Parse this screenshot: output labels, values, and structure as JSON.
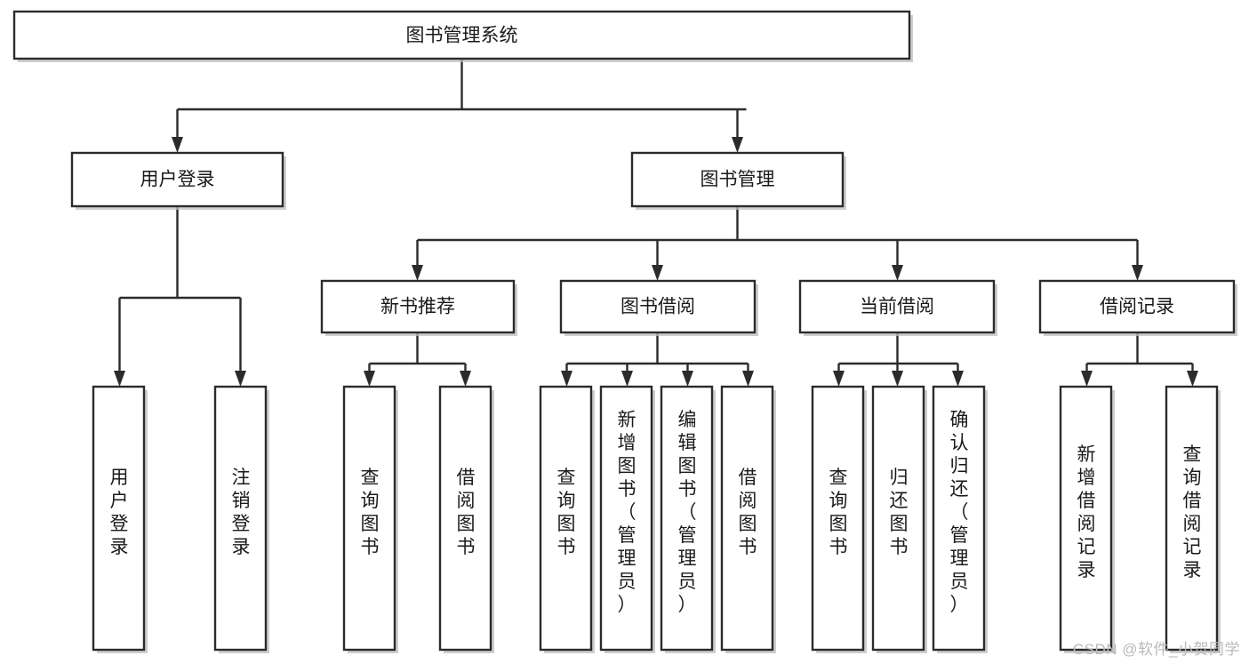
{
  "diagram": {
    "type": "tree-hierarchy",
    "title": "图书管理系统",
    "watermark": "CSDN @软件_小贺同学",
    "colors": {
      "background": "#ffffff",
      "box_stroke": "#2b2b2b",
      "box_fill": "#ffffff",
      "text": "#1a1a1a",
      "shadow": "#bdbdbd",
      "watermark": "#b9b9b9"
    },
    "levels": [
      {
        "level": 1,
        "nodes": [
          {
            "id": "root",
            "label": "图书管理系统",
            "orientation": "horizontal"
          }
        ]
      },
      {
        "level": 2,
        "nodes": [
          {
            "id": "login",
            "label": "用户登录",
            "orientation": "horizontal",
            "parent": "root"
          },
          {
            "id": "bookmgmt",
            "label": "图书管理",
            "orientation": "horizontal",
            "parent": "root"
          }
        ]
      },
      {
        "level": 3,
        "nodes": [
          {
            "id": "recommend",
            "label": "新书推荐",
            "orientation": "horizontal",
            "parent": "bookmgmt"
          },
          {
            "id": "borrow",
            "label": "图书借阅",
            "orientation": "horizontal",
            "parent": "bookmgmt"
          },
          {
            "id": "current",
            "label": "当前借阅",
            "orientation": "horizontal",
            "parent": "bookmgmt"
          },
          {
            "id": "records",
            "label": "借阅记录",
            "orientation": "horizontal",
            "parent": "bookmgmt"
          }
        ]
      },
      {
        "level": 4,
        "nodes": [
          {
            "id": "leaf-user-login",
            "label": "用户登录",
            "orientation": "vertical",
            "parent": "login"
          },
          {
            "id": "leaf-user-logout",
            "label": "注销登录",
            "orientation": "vertical",
            "parent": "login"
          },
          {
            "id": "leaf-rec-query",
            "label": "查询图书",
            "orientation": "vertical",
            "parent": "recommend"
          },
          {
            "id": "leaf-rec-borrow",
            "label": "借阅图书",
            "orientation": "vertical",
            "parent": "recommend"
          },
          {
            "id": "leaf-borrow-query",
            "label": "查询图书",
            "orientation": "vertical",
            "parent": "borrow"
          },
          {
            "id": "leaf-borrow-add",
            "label": "新增图书（管理员）",
            "orientation": "vertical",
            "parent": "borrow"
          },
          {
            "id": "leaf-borrow-edit",
            "label": "编辑图书（管理员）",
            "orientation": "vertical",
            "parent": "borrow"
          },
          {
            "id": "leaf-borrow-lend",
            "label": "借阅图书",
            "orientation": "vertical",
            "parent": "borrow"
          },
          {
            "id": "leaf-cur-query",
            "label": "查询图书",
            "orientation": "vertical",
            "parent": "current"
          },
          {
            "id": "leaf-cur-return",
            "label": "归还图书",
            "orientation": "vertical",
            "parent": "current"
          },
          {
            "id": "leaf-cur-confirm",
            "label": "确认归还（管理员）",
            "orientation": "vertical",
            "parent": "current"
          },
          {
            "id": "leaf-rec-add",
            "label": "新增借阅记录",
            "orientation": "vertical",
            "parent": "records"
          },
          {
            "id": "leaf-rec-search",
            "label": "查询借阅记录",
            "orientation": "vertical",
            "parent": "records"
          }
        ]
      }
    ]
  }
}
